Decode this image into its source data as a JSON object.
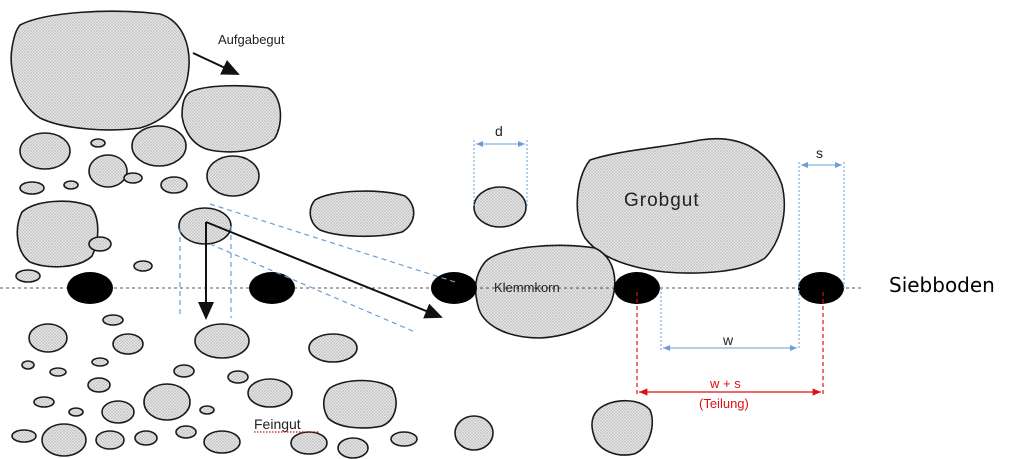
{
  "labels": {
    "feed": "Aufgabegut",
    "coarse": "Grobgut",
    "fine": "Feingut",
    "clamped": "Klemmkorn",
    "screen_deck": "Siebboden",
    "particle_size": "d",
    "bar_thickness": "s",
    "aperture_width": "w",
    "pitch_formula": "w + s",
    "pitch_name": "(Teilung)"
  },
  "colors": {
    "particle_fill": "#dcdcdc",
    "particle_stroke": "#1a1a1a",
    "screen_bar": "#000000",
    "dimension_blue": "#6a9fd8",
    "dimension_red": "#dd1111",
    "axis_dash": "#555555"
  }
}
